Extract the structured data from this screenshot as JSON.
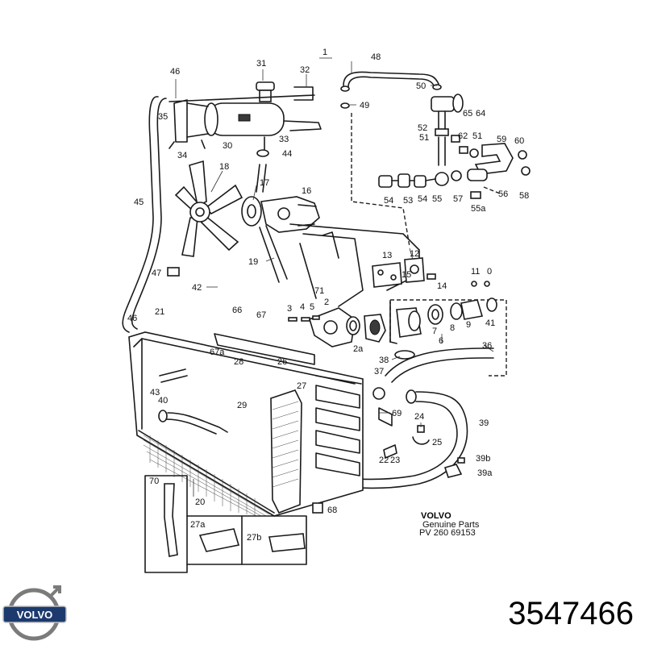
{
  "page_label": "1",
  "part_number": "3547466",
  "brand": {
    "logo_text": "VOLVO",
    "stamp_title": "VOLVO",
    "stamp_subtitle": "Genuine Parts",
    "stamp_code": "PV 260 69153"
  },
  "callouts": [
    {
      "id": "c31",
      "text": "31"
    },
    {
      "id": "c32",
      "text": "32"
    },
    {
      "id": "c46a",
      "text": "46"
    },
    {
      "id": "c35",
      "text": "35"
    },
    {
      "id": "c30",
      "text": "30"
    },
    {
      "id": "c33",
      "text": "33"
    },
    {
      "id": "c44",
      "text": "44"
    },
    {
      "id": "c34",
      "text": "34"
    },
    {
      "id": "c18",
      "text": "18"
    },
    {
      "id": "c17",
      "text": "17"
    },
    {
      "id": "c16",
      "text": "16"
    },
    {
      "id": "c45",
      "text": "45"
    },
    {
      "id": "c19",
      "text": "19"
    },
    {
      "id": "c47",
      "text": "47"
    },
    {
      "id": "c42",
      "text": "42"
    },
    {
      "id": "c46b",
      "text": "46"
    },
    {
      "id": "c21",
      "text": "21"
    },
    {
      "id": "c66",
      "text": "66"
    },
    {
      "id": "c67",
      "text": "67"
    },
    {
      "id": "c67a",
      "text": "67a"
    },
    {
      "id": "c28",
      "text": "28"
    },
    {
      "id": "c26",
      "text": "26"
    },
    {
      "id": "c27",
      "text": "27"
    },
    {
      "id": "c29",
      "text": "29"
    },
    {
      "id": "c43",
      "text": "43"
    },
    {
      "id": "c40",
      "text": "40"
    },
    {
      "id": "c20",
      "text": "20"
    },
    {
      "id": "c70",
      "text": "70"
    },
    {
      "id": "c27a",
      "text": "27a"
    },
    {
      "id": "c27b",
      "text": "27b"
    },
    {
      "id": "c68",
      "text": "68"
    },
    {
      "id": "c48",
      "text": "48"
    },
    {
      "id": "c50",
      "text": "50"
    },
    {
      "id": "c49",
      "text": "49"
    },
    {
      "id": "c65",
      "text": "65"
    },
    {
      "id": "c64",
      "text": "64"
    },
    {
      "id": "c52",
      "text": "52"
    },
    {
      "id": "c51a",
      "text": "51"
    },
    {
      "id": "c62",
      "text": "62"
    },
    {
      "id": "c51b",
      "text": "51"
    },
    {
      "id": "c59",
      "text": "59"
    },
    {
      "id": "c60",
      "text": "60"
    },
    {
      "id": "c54a",
      "text": "54"
    },
    {
      "id": "c53",
      "text": "53"
    },
    {
      "id": "c54b",
      "text": "54"
    },
    {
      "id": "c55",
      "text": "55"
    },
    {
      "id": "c57",
      "text": "57"
    },
    {
      "id": "c56",
      "text": "56"
    },
    {
      "id": "c58",
      "text": "58"
    },
    {
      "id": "c55a",
      "text": "55a"
    },
    {
      "id": "c13",
      "text": "13"
    },
    {
      "id": "c12",
      "text": "12"
    },
    {
      "id": "c15",
      "text": "15"
    },
    {
      "id": "c14",
      "text": "14"
    },
    {
      "id": "c11",
      "text": "11"
    },
    {
      "id": "c10",
      "text": "0"
    },
    {
      "id": "c71",
      "text": "71"
    },
    {
      "id": "c3",
      "text": "3"
    },
    {
      "id": "c4",
      "text": "4"
    },
    {
      "id": "c5",
      "text": "5"
    },
    {
      "id": "c2",
      "text": "2"
    },
    {
      "id": "c2a",
      "text": "2a"
    },
    {
      "id": "c7",
      "text": "7"
    },
    {
      "id": "c8",
      "text": "8"
    },
    {
      "id": "c9",
      "text": "9"
    },
    {
      "id": "c41",
      "text": "41"
    },
    {
      "id": "c6",
      "text": "6"
    },
    {
      "id": "c36",
      "text": "36"
    },
    {
      "id": "c38",
      "text": "38"
    },
    {
      "id": "c37",
      "text": "37"
    },
    {
      "id": "c69",
      "text": "69"
    },
    {
      "id": "c24",
      "text": "24"
    },
    {
      "id": "c39",
      "text": "39"
    },
    {
      "id": "c25",
      "text": "25"
    },
    {
      "id": "c22",
      "text": "22"
    },
    {
      "id": "c23",
      "text": "23"
    },
    {
      "id": "c39b",
      "text": "39b"
    },
    {
      "id": "c39a",
      "text": "39a"
    }
  ]
}
